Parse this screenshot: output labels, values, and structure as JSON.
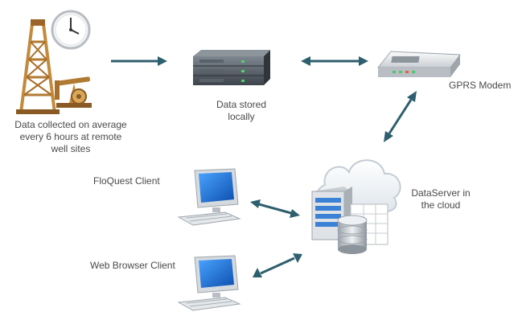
{
  "labels": {
    "collection": "Data collected on average\nevery 6 hours at remote\nwell sites",
    "stored": "Data stored\nlocally",
    "modem": "GPRS Modem",
    "floquest": "FloQuest Client",
    "dataserver": "DataServer in\nthe cloud",
    "browser": "Web Browser Client"
  },
  "colors": {
    "arrow": "#2e5f6e",
    "text": "#4a4a4a",
    "derrick": "#c48a3c",
    "screen": "#1f6fd1",
    "server_blue": "#3b82d6"
  },
  "icons": {
    "well_site": "oil-derrick-pumpjack-clock-icon",
    "local_storage": "rack-server-icon",
    "modem": "gprs-modem-icon",
    "client": "desktop-computer-icon",
    "cloud_server": "cloud-server-database-icon"
  }
}
